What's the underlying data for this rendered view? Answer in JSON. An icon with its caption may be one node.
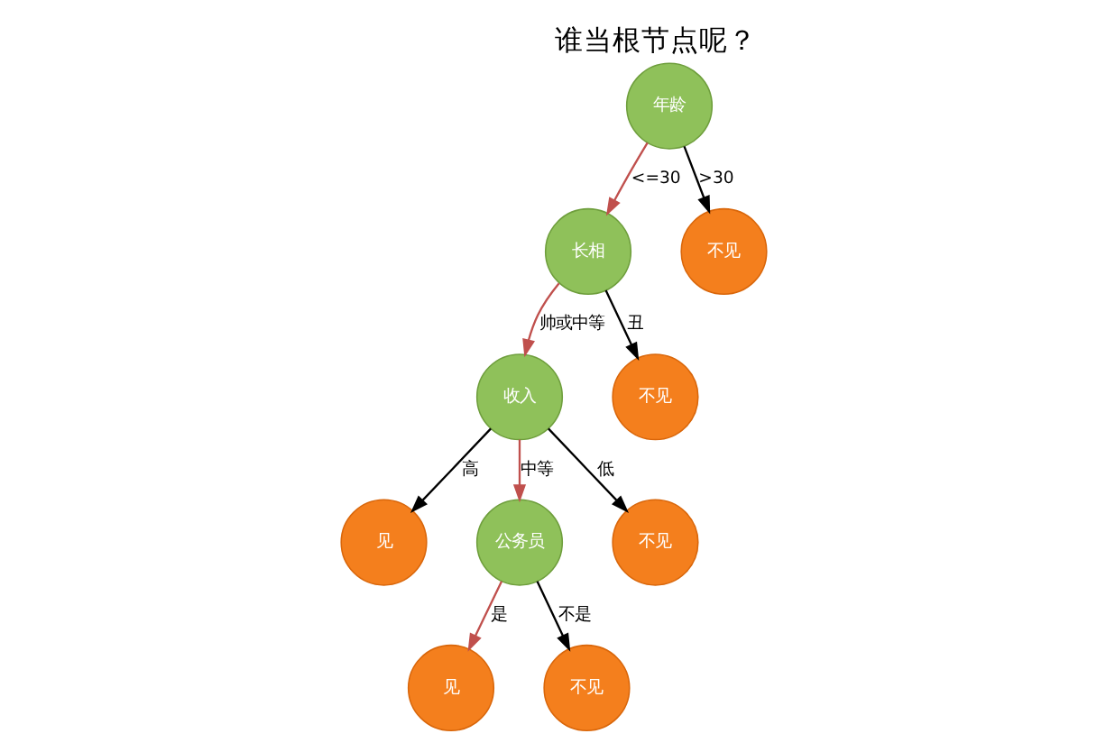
{
  "diagram": {
    "title": "谁当根节点呢？",
    "nodes": [
      {
        "text": [
          "年龄"
        ]
      },
      {
        "text": [
          "长相"
        ]
      },
      {
        "text": [
          "不见"
        ]
      },
      {
        "text": [
          "收入"
        ]
      },
      {
        "text": [
          "不见"
        ]
      },
      {
        "text": [
          "见"
        ]
      },
      {
        "text": [
          "公务员"
        ]
      },
      {
        "text": [
          "不见"
        ]
      },
      {
        "text": [
          "见"
        ]
      },
      {
        "text": [
          "不见"
        ]
      }
    ],
    "edges": [
      {
        "from": 0,
        "to": 1,
        "arrow": "to",
        "label": "<=30",
        "color": "#c0504d"
      },
      {
        "from": 0,
        "to": 2,
        "arrow": "to",
        "label": ">30"
      },
      {
        "from": 1,
        "to": 3,
        "arrow": "to",
        "label": "帅或中等",
        "color": "#c0504d"
      },
      {
        "from": 1,
        "to": 4,
        "arrow": "to",
        "label": "丑"
      },
      {
        "from": 3,
        "to": 5,
        "arrow": "to",
        "label": "高"
      },
      {
        "from": 3,
        "to": 6,
        "arrow": "to",
        "label": "中等",
        "color": "#c0504d"
      },
      {
        "from": 3,
        "to": 7,
        "arrow": "to",
        "label": "低"
      },
      {
        "from": 6,
        "to": 8,
        "arrow": "to",
        "label": "是",
        "color": "#c0504d"
      },
      {
        "from": 6,
        "to": 9,
        "arrow": "to",
        "label": "不是"
      }
    ]
  }
}
